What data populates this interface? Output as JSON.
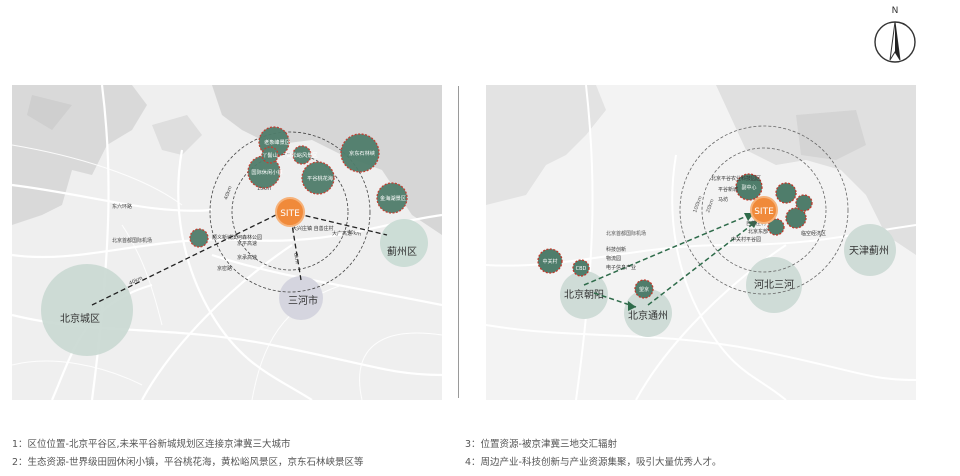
{
  "compass": {
    "label": "N",
    "icon": "north-arrow-icon"
  },
  "colors": {
    "site_orange": "#f08a3a",
    "resource_green": "#4f7d6b",
    "red_dash": "#c0392b",
    "city_circle": "#cfdcd7",
    "land": "#efefef",
    "terrain": "#d6d6d6"
  },
  "left_map": {
    "site_label": "SITE",
    "labels": {
      "east_sixth_ring": "东六环路",
      "airport": "北京首都国际机场",
      "jingping": "京平高速",
      "jingcheng": "京承高速",
      "jingmi": "京密路",
      "daguang": "大广高速",
      "distance_a": "40km",
      "distance_b": "40km",
      "distance_c": "6km",
      "distance_d": "40km",
      "distance_e": "15km"
    },
    "resources": [
      "老象峰景区",
      "京东石林峡",
      "国际休闲小镇",
      "平谷桃花海",
      "黄松峪风景区",
      "丫髻山",
      "金海湖景区",
      "顺义新城滨河森林公园",
      "大兴庄镇 自善庄村"
    ],
    "cities": [
      "北京城区",
      "三河市",
      "蓟州区"
    ]
  },
  "right_map": {
    "site_label": "SITE",
    "labels": {
      "airport": "北京首都国际机场",
      "distance_a": "100km",
      "distance_b": "20km",
      "village": "自善庄村"
    },
    "resources": [
      "中关村",
      "CBD",
      "望京",
      "副中心",
      "北京平谷农业科技园区",
      "平谷新城",
      "马坊",
      "北京东部",
      "临空经济区",
      "中关村平谷园",
      "科技创新",
      "物流园",
      "电子信息产业"
    ],
    "cities": [
      "北京朝阳",
      "北京通州",
      "河北三河",
      "天津蓟州"
    ]
  },
  "captions": {
    "line1": "1：区位位置-北京平谷区,未来平谷新城规划区连接京津冀三大城市",
    "line2": "2：生态资源-世界级田园休闲小镇，平谷桃花海，黄松峪风景区，京东石林峡景区等",
    "line3": "3：位置资源-被京津冀三地交汇辐射",
    "line4": "4：周边产业-科技创新与产业资源集聚，吸引大量优秀人才。"
  }
}
